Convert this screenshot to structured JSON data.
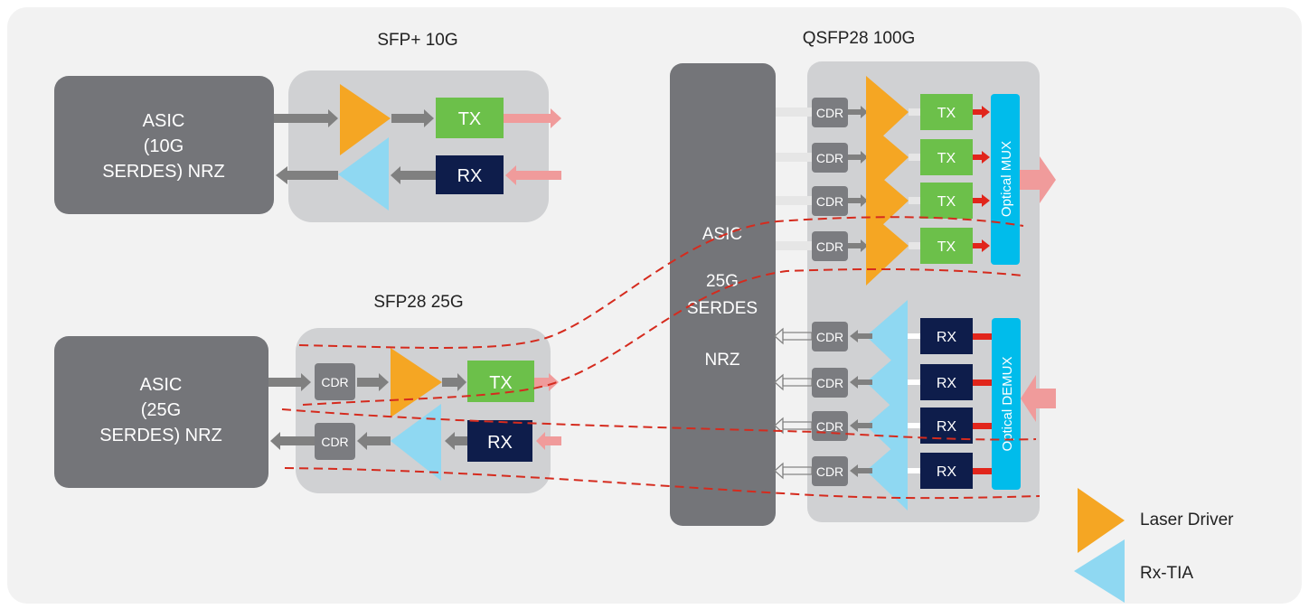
{
  "colors": {
    "asic": "#747579",
    "module": "#d0d1d3",
    "cdr": "#7b7c80",
    "tx": "#6cc04a",
    "rx": "#0e1d4b",
    "laser_driver": "#f5a623",
    "rx_tia": "#8fd8f2",
    "optical": "#00bceb",
    "arrow_gray": "#808080",
    "arrow_pink": "#f09b9b",
    "arrow_red": "#e1251b",
    "dashed": "#d52b1e",
    "lane_light": "#e6e6e6"
  },
  "sfp_plus": {
    "title": "SFP+ 10G",
    "asic": [
      "ASIC",
      "(10G",
      "SERDES) NRZ"
    ],
    "tx": "TX",
    "rx": "RX"
  },
  "sfp28": {
    "title": "SFP28 25G",
    "asic": [
      "ASIC",
      "(25G",
      "SERDES) NRZ"
    ],
    "cdr": "CDR",
    "tx": "TX",
    "rx": "RX"
  },
  "qsfp28": {
    "title": "QSFP28 100G",
    "asic": [
      "ASIC",
      "25G",
      "SERDES",
      "NRZ"
    ],
    "cdr": "CDR",
    "tx": "TX",
    "rx": "RX",
    "mux": "Optical MUX",
    "demux": "Optical DEMUX",
    "lanes": 4
  },
  "legend": {
    "laser_driver": "Laser Driver",
    "rx_tia": "Rx-TIA"
  }
}
